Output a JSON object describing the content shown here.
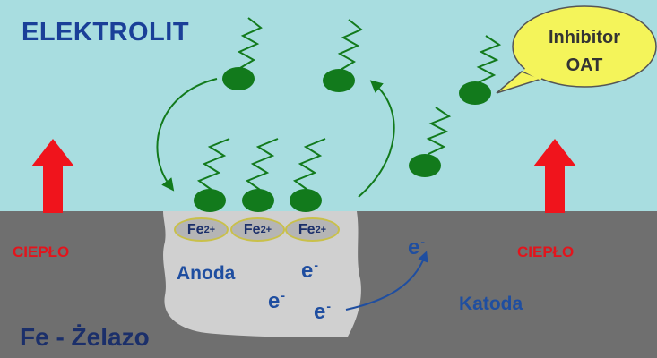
{
  "title": "ELEKTROLIT",
  "heat_label": "CIEPŁO",
  "metal_label": "Fe - Żelazo",
  "anode_label": "Anoda",
  "cathode_label": "Katoda",
  "electron_symbol": "e",
  "electron_charge": "-",
  "ion_symbol": "Fe",
  "ion_charge": "2+",
  "inhibitor": {
    "line1": "Inhibitor",
    "line2": "OAT"
  },
  "colors": {
    "electrolyte": "#a8dde0",
    "metal": "#6f6f6f",
    "anode_region": "#d0d0d0",
    "heat_arrow": "#f0141c",
    "molecule": "#127a1c",
    "speech_bubble": "#f4f45a",
    "label_blue": "#1f4ea0"
  }
}
